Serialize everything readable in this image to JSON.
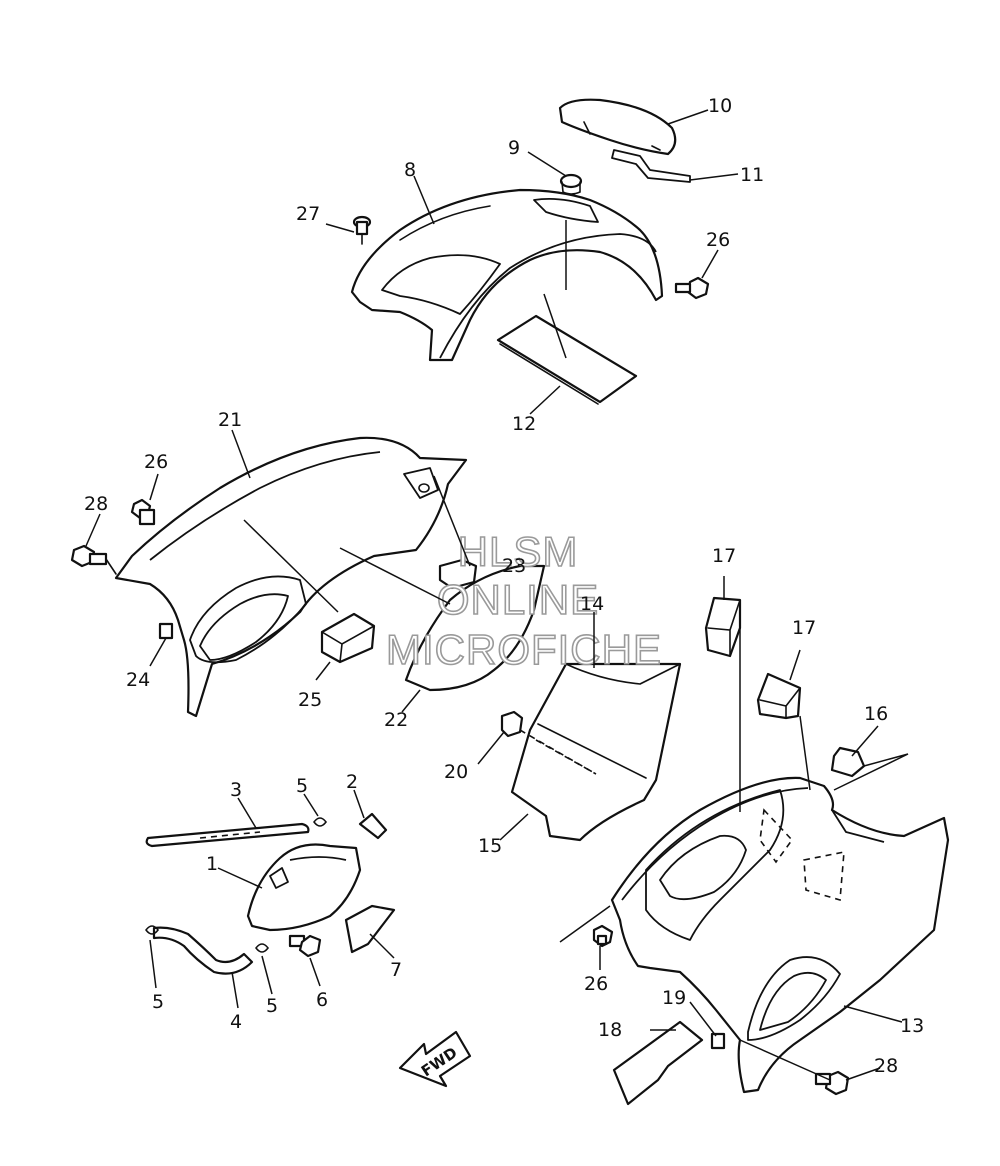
{
  "watermark": {
    "line1": "HLSM",
    "line2": "ONLINE",
    "line3": "MICROFICHE"
  },
  "fwd_label": "FWD",
  "callouts": {
    "c1": "1",
    "c2": "2",
    "c3": "3",
    "c4": "4",
    "c5a": "5",
    "c5b": "5",
    "c5c": "5",
    "c6": "6",
    "c7": "7",
    "c8": "8",
    "c9": "9",
    "c10": "10",
    "c11": "11",
    "c12": "12",
    "c13": "13",
    "c14": "14",
    "c15": "15",
    "c16": "16",
    "c17a": "17",
    "c17b": "17",
    "c18": "18",
    "c19": "19",
    "c20": "20",
    "c21": "21",
    "c22": "22",
    "c23": "23",
    "c24": "24",
    "c25": "25",
    "c26a": "26",
    "c26b": "26",
    "c26c": "26",
    "c27": "27",
    "c28a": "28",
    "c28b": "28"
  }
}
